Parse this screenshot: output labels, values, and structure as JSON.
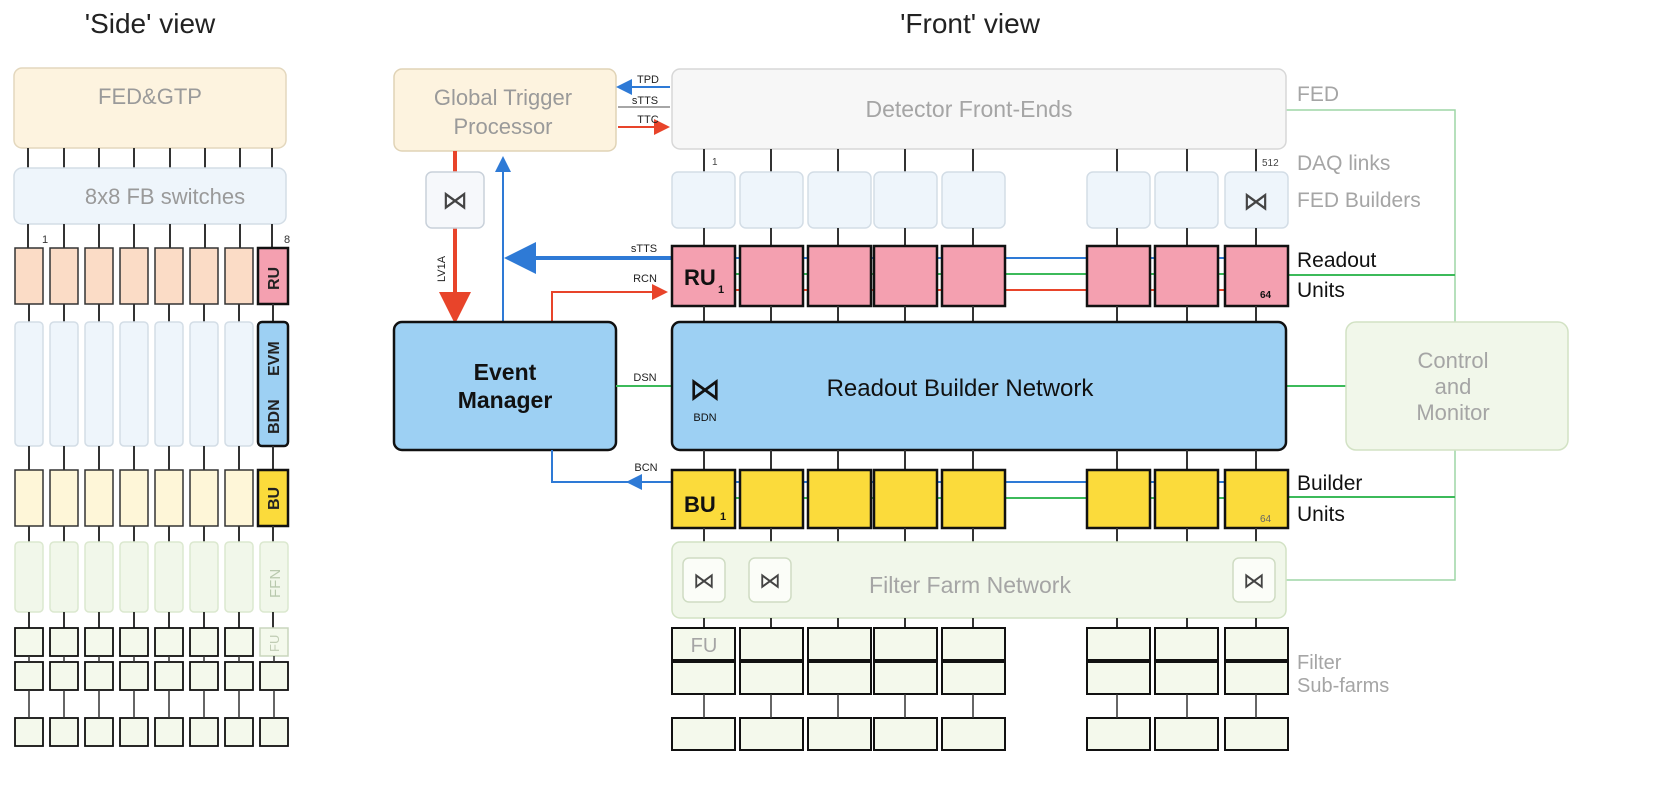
{
  "titles": {
    "side": "'Side' view",
    "front": "'Front' view"
  },
  "side_view": {
    "fed_gtp": "FED&GTP",
    "fb_switches": "8x8 FB switches",
    "index_first": "1",
    "index_last": "8",
    "ru": "RU",
    "evm": "EVM",
    "bdn": "BDN",
    "bu": "BU",
    "ffn": "FFN",
    "fu": "FU"
  },
  "front_view": {
    "global_trigger_line1": "Global Trigger",
    "global_trigger_line2": "Processor",
    "detector_front_ends": "Detector Front-Ends",
    "event_manager_line1": "Event",
    "event_manager_line2": "Manager",
    "readout_builder_network": "Readout Builder Network",
    "bdn_label": "BDN",
    "filter_farm_network": "Filter Farm Network",
    "control_line1": "Control",
    "control_line2": "and",
    "control_line3": "Monitor",
    "ru_label": "RU",
    "ru_sub": "1",
    "ru_last": "64",
    "bu_label": "BU",
    "bu_sub": "1",
    "bu_last": "64",
    "fu_label": "FU",
    "daq_link_first": "1",
    "daq_link_last": "512"
  },
  "signals": {
    "tpd": "TPD",
    "stts_top": "sTTS",
    "ttc": "TTC",
    "stts_mid": "sTTS",
    "rcn": "RCN",
    "lv1a": "LV1A",
    "dsn": "DSN",
    "bcn": "BCN"
  },
  "right_labels": {
    "fed": "FED",
    "daq_links": "DAQ links",
    "fed_builders": "FED Builders",
    "readout_line1": "Readout",
    "readout_line2": "Units",
    "builder_line1": "Builder",
    "builder_line2": "Units",
    "filter_line1": "Filter",
    "filter_line2": "Sub-farms"
  },
  "colors": {
    "fed_fill": "#fdf3df",
    "fb_fill": "#eef5fb",
    "ru_fill": "#f4a0b0",
    "ru_light": "#fbdcc6",
    "evm_fill": "#9dd0f3",
    "bu_fill": "#fbdb3b",
    "bu_light": "#fef6d8",
    "ffn_fill": "#f1f7ea",
    "fu_fill": "#f4f9ec",
    "red": "#e8442a",
    "blue": "#2e7ad6",
    "green": "#3cba5a"
  }
}
